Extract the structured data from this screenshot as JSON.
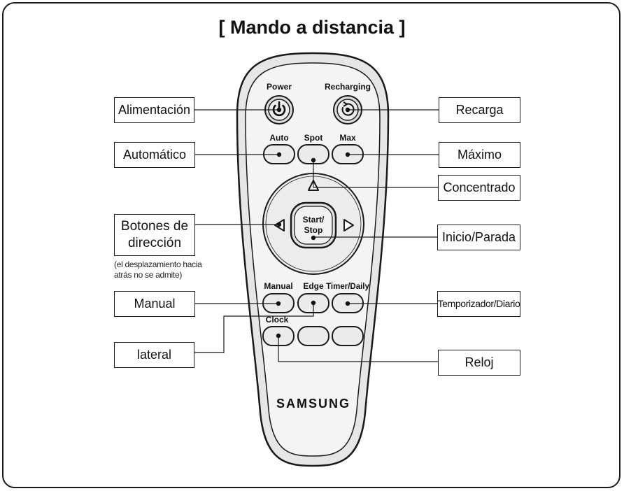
{
  "title": "[ Mando a distancia ]",
  "remote": {
    "power": "Power",
    "recharging": "Recharging",
    "auto": "Auto",
    "spot": "Spot",
    "max": "Max",
    "start_line1": "Start/",
    "start_line2": "Stop",
    "manual": "Manual",
    "edge": "Edge",
    "timer_daily": "Timer/Daily",
    "clock": "Clock",
    "brand": "SAMSUNG"
  },
  "labels": {
    "alimentacion": "Alimentación",
    "automatico": "Automático",
    "botones_line1": "Botones de",
    "botones_line2": "dirección",
    "note_line1": "(el desplazamiento hacia",
    "note_line2": "atrás no se admite)",
    "manual": "Manual",
    "lateral": "lateral",
    "recarga": "Recarga",
    "maximo": "Máximo",
    "concentrado": "Concentrado",
    "inicio_parada": "Inicio/Parada",
    "temporizador": "Temporizador/Diario",
    "reloj": "Reloj"
  },
  "colors": {
    "body": "#e9e9e9",
    "face": "#f3f3f3",
    "outline": "#1a1a1a"
  },
  "icons": [
    "power-icon",
    "recharge-icon",
    "arrow-up-icon",
    "arrow-left-icon",
    "arrow-right-icon"
  ]
}
